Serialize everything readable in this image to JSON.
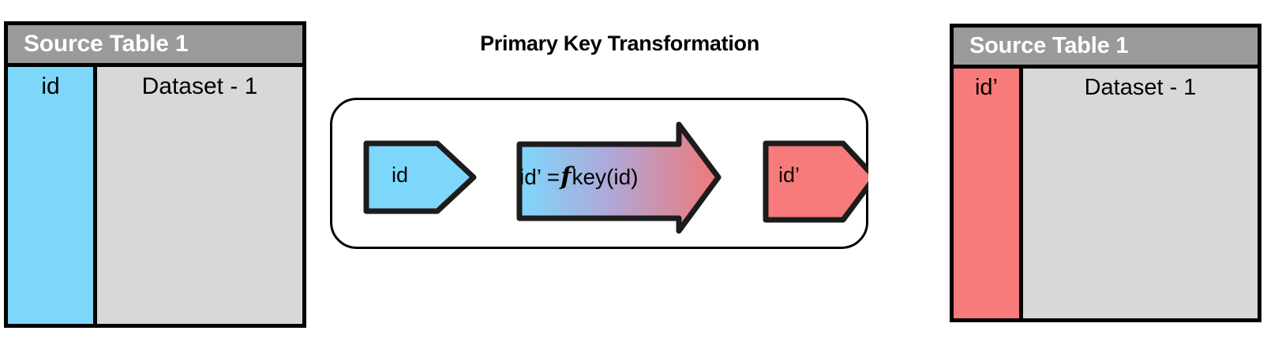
{
  "diagram": {
    "title": "Primary Key Transformation",
    "source_table_left": {
      "header": "Source Table 1",
      "key_column": "id",
      "key_column_color": "#7DD7FB",
      "data_column": "Dataset - 1",
      "data_column_color": "#D8D8D8",
      "header_color": "#9A9A9A"
    },
    "source_table_right": {
      "header": "Source Table 1",
      "key_column": "id’",
      "key_column_color": "#F87B7B",
      "data_column": "Dataset - 1",
      "data_column_color": "#D8D8D8",
      "header_color": "#9A9A9A"
    },
    "flow": {
      "input_label": "id",
      "output_label": "id’",
      "formula_lhs": "id’ =",
      "formula_function_symbol": "f",
      "formula_rhs": "key(id)",
      "input_color": "#7DD7FB",
      "output_color": "#F87B7B",
      "arrow_gradient_from": "#7DD7FB",
      "arrow_gradient_to": "#F07878"
    }
  }
}
